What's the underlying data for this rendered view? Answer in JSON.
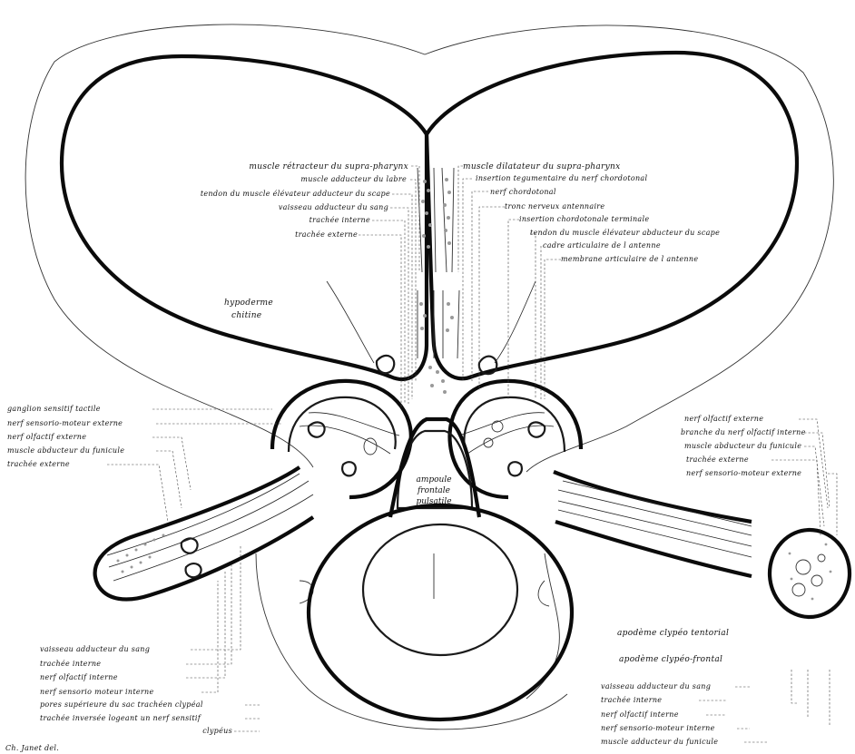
{
  "figure": {
    "center_labels": {
      "ampoule": [
        "ampoule",
        "frontale",
        "pulsatile"
      ]
    },
    "top_left_labels": [
      "muscle rétracteur du supra-pharynx",
      "muscle adducteur du labre",
      "tendon du muscle élévateur adducteur du scape",
      "vaisseau adducteur du sang",
      "trachée interne",
      "trachée externe"
    ],
    "top_right_labels": [
      "muscle dilatateur du supra-pharynx",
      "insertion tegumentaire du nerf chordotonal",
      "nerf chordotonal",
      "tronc nerveux antennaire",
      "insertion chordotonale terminale",
      "tendon du muscle élévateur abducteur du scape",
      "cadre articulaire de l antenne",
      "membrane articulaire de l antenne"
    ],
    "hypoderme_labels": [
      "hypoderme",
      "chitine"
    ],
    "left_mid_labels": [
      "ganglion sensitif tactile",
      "nerf sensorio-moteur externe",
      "nerf olfactif externe",
      "muscle abducteur du funicule",
      "trachée externe"
    ],
    "right_mid_labels": [
      "nerf olfactif externe",
      "branche du nerf olfactif interne",
      "muscle abducteur du funicule",
      "trachée externe",
      "nerf sensorio-moteur externe"
    ],
    "bottom_left_labels": [
      "vaisseau adducteur du sang",
      "trachée interne",
      "nerf olfactif interne",
      "nerf sensorio moteur interne",
      "pores supérieure du sac trachéen clypéal",
      "trachée inversée logeant un nerf sensitif",
      "clypéus"
    ],
    "bottom_right_labels": [
      "apodème clypéo tentorial",
      "apodème clypéo-frontal",
      "vaisseau adducteur du sang",
      "trachée interne",
      "nerf olfactif interne",
      "nerf sensorio-moteur interne",
      "muscle adducteur du funicule"
    ],
    "signature": "Ch. Janet del."
  }
}
